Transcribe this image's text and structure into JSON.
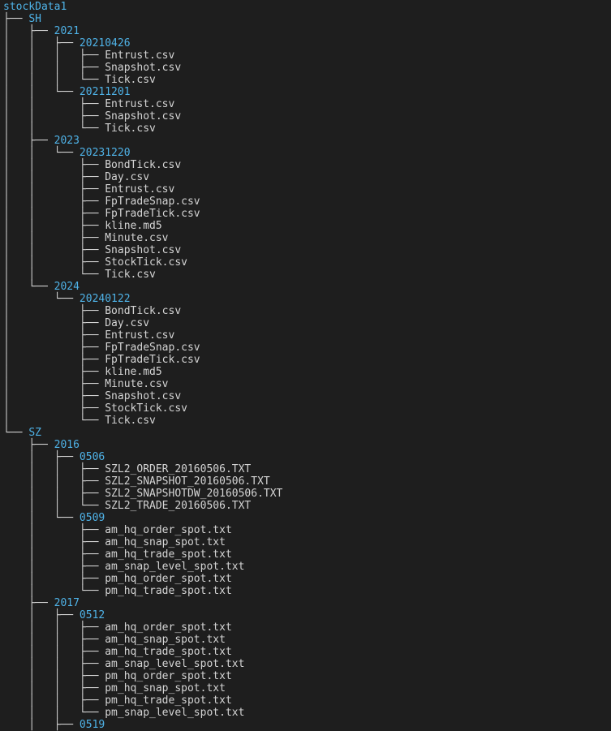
{
  "colors": {
    "background": "#1e1e1e",
    "directory": "#4fb3e8",
    "file": "#d4d4d4",
    "guide": "#d4d4d4"
  },
  "tree": {
    "lines": [
      {
        "prefix": "",
        "label": "stockData1",
        "kind": "dir"
      },
      {
        "prefix": "├── ",
        "label": "SH",
        "kind": "dir"
      },
      {
        "prefix": "│   ├── ",
        "label": "2021",
        "kind": "dir"
      },
      {
        "prefix": "│   │   ├── ",
        "label": "20210426",
        "kind": "dir"
      },
      {
        "prefix": "│   │   │   ├── ",
        "label": "Entrust.csv",
        "kind": "file"
      },
      {
        "prefix": "│   │   │   ├── ",
        "label": "Snapshot.csv",
        "kind": "file"
      },
      {
        "prefix": "│   │   │   └── ",
        "label": "Tick.csv",
        "kind": "file"
      },
      {
        "prefix": "│   │   └── ",
        "label": "20211201",
        "kind": "dir"
      },
      {
        "prefix": "│   │       ├── ",
        "label": "Entrust.csv",
        "kind": "file"
      },
      {
        "prefix": "│   │       ├── ",
        "label": "Snapshot.csv",
        "kind": "file"
      },
      {
        "prefix": "│   │       └── ",
        "label": "Tick.csv",
        "kind": "file"
      },
      {
        "prefix": "│   ├── ",
        "label": "2023",
        "kind": "dir"
      },
      {
        "prefix": "│   │   └── ",
        "label": "20231220",
        "kind": "dir"
      },
      {
        "prefix": "│   │       ├── ",
        "label": "BondTick.csv",
        "kind": "file"
      },
      {
        "prefix": "│   │       ├── ",
        "label": "Day.csv",
        "kind": "file"
      },
      {
        "prefix": "│   │       ├── ",
        "label": "Entrust.csv",
        "kind": "file"
      },
      {
        "prefix": "│   │       ├── ",
        "label": "FpTradeSnap.csv",
        "kind": "file"
      },
      {
        "prefix": "│   │       ├── ",
        "label": "FpTradeTick.csv",
        "kind": "file"
      },
      {
        "prefix": "│   │       ├── ",
        "label": "kline.md5",
        "kind": "file"
      },
      {
        "prefix": "│   │       ├── ",
        "label": "Minute.csv",
        "kind": "file"
      },
      {
        "prefix": "│   │       ├── ",
        "label": "Snapshot.csv",
        "kind": "file"
      },
      {
        "prefix": "│   │       ├── ",
        "label": "StockTick.csv",
        "kind": "file"
      },
      {
        "prefix": "│   │       └── ",
        "label": "Tick.csv",
        "kind": "file"
      },
      {
        "prefix": "│   └── ",
        "label": "2024",
        "kind": "dir"
      },
      {
        "prefix": "│       └── ",
        "label": "20240122",
        "kind": "dir"
      },
      {
        "prefix": "│           ├── ",
        "label": "BondTick.csv",
        "kind": "file"
      },
      {
        "prefix": "│           ├── ",
        "label": "Day.csv",
        "kind": "file"
      },
      {
        "prefix": "│           ├── ",
        "label": "Entrust.csv",
        "kind": "file"
      },
      {
        "prefix": "│           ├── ",
        "label": "FpTradeSnap.csv",
        "kind": "file"
      },
      {
        "prefix": "│           ├── ",
        "label": "FpTradeTick.csv",
        "kind": "file"
      },
      {
        "prefix": "│           ├── ",
        "label": "kline.md5",
        "kind": "file"
      },
      {
        "prefix": "│           ├── ",
        "label": "Minute.csv",
        "kind": "file"
      },
      {
        "prefix": "│           ├── ",
        "label": "Snapshot.csv",
        "kind": "file"
      },
      {
        "prefix": "│           ├── ",
        "label": "StockTick.csv",
        "kind": "file"
      },
      {
        "prefix": "│           └── ",
        "label": "Tick.csv",
        "kind": "file"
      },
      {
        "prefix": "└── ",
        "label": "SZ",
        "kind": "dir"
      },
      {
        "prefix": "    ├── ",
        "label": "2016",
        "kind": "dir"
      },
      {
        "prefix": "    │   ├── ",
        "label": "0506",
        "kind": "dir"
      },
      {
        "prefix": "    │   │   ├── ",
        "label": "SZL2_ORDER_20160506.TXT",
        "kind": "file"
      },
      {
        "prefix": "    │   │   ├── ",
        "label": "SZL2_SNAPSHOT_20160506.TXT",
        "kind": "file"
      },
      {
        "prefix": "    │   │   ├── ",
        "label": "SZL2_SNAPSHOTDW_20160506.TXT",
        "kind": "file"
      },
      {
        "prefix": "    │   │   └── ",
        "label": "SZL2_TRADE_20160506.TXT",
        "kind": "file"
      },
      {
        "prefix": "    │   └── ",
        "label": "0509",
        "kind": "dir"
      },
      {
        "prefix": "    │       ├── ",
        "label": "am_hq_order_spot.txt",
        "kind": "file"
      },
      {
        "prefix": "    │       ├── ",
        "label": "am_hq_snap_spot.txt",
        "kind": "file"
      },
      {
        "prefix": "    │       ├── ",
        "label": "am_hq_trade_spot.txt",
        "kind": "file"
      },
      {
        "prefix": "    │       ├── ",
        "label": "am_snap_level_spot.txt",
        "kind": "file"
      },
      {
        "prefix": "    │       ├── ",
        "label": "pm_hq_order_spot.txt",
        "kind": "file"
      },
      {
        "prefix": "    │       └── ",
        "label": "pm_hq_trade_spot.txt",
        "kind": "file"
      },
      {
        "prefix": "    ├── ",
        "label": "2017",
        "kind": "dir"
      },
      {
        "prefix": "    │   ├── ",
        "label": "0512",
        "kind": "dir"
      },
      {
        "prefix": "    │   │   ├── ",
        "label": "am_hq_order_spot.txt",
        "kind": "file"
      },
      {
        "prefix": "    │   │   ├── ",
        "label": "am_hq_snap_spot.txt",
        "kind": "file"
      },
      {
        "prefix": "    │   │   ├── ",
        "label": "am_hq_trade_spot.txt",
        "kind": "file"
      },
      {
        "prefix": "    │   │   ├── ",
        "label": "am_snap_level_spot.txt",
        "kind": "file"
      },
      {
        "prefix": "    │   │   ├── ",
        "label": "pm_hq_order_spot.txt",
        "kind": "file"
      },
      {
        "prefix": "    │   │   ├── ",
        "label": "pm_hq_snap_spot.txt",
        "kind": "file"
      },
      {
        "prefix": "    │   │   ├── ",
        "label": "pm_hq_trade_spot.txt",
        "kind": "file"
      },
      {
        "prefix": "    │   │   └── ",
        "label": "pm_snap_level_spot.txt",
        "kind": "file"
      },
      {
        "prefix": "    │   ├── ",
        "label": "0519",
        "kind": "dir"
      }
    ]
  }
}
